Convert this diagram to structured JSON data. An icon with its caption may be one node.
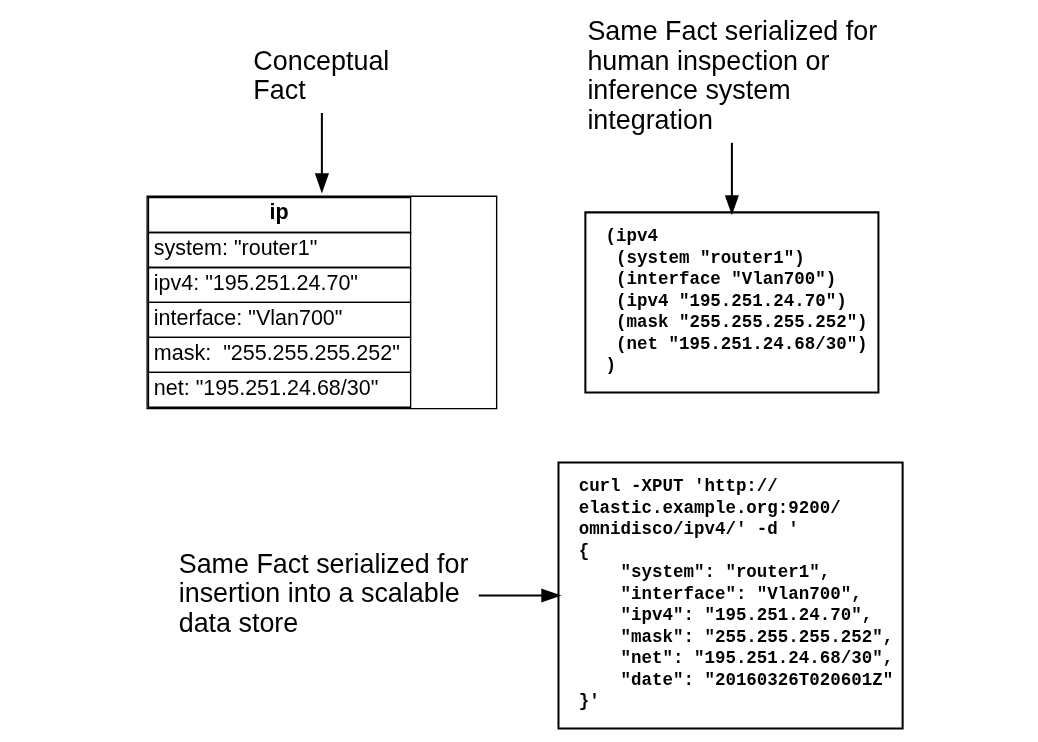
{
  "diagram": {
    "nodes": [
      {
        "text": [
          "Conceptual Fact"
        ]
      },
      {
        "text": [
          "Same Fact serialized for human inspection or inference system integration"
        ]
      },
      {
        "text": [
          "ip",
          "system: \"router1\"",
          "ipv4: \"195.251.24.70\"",
          "interface: \"Vlan700\"",
          "mask:  \"255.255.255.252\"",
          "net: \"195.251.24.68/30\""
        ]
      },
      {
        "text": [
          "(ipv4",
          " (system \"router1\")",
          " (interface \"Vlan700\")",
          " (ipv4 \"195.251.24.70\")",
          " (mask \"255.255.255.252\")",
          " (net \"195.251.24.68/30\")",
          ")"
        ]
      },
      {
        "text": [
          "Same Fact serialized for insertion into a scalable data store"
        ]
      },
      {
        "text": [
          "curl -XPUT 'http://",
          "elastic.example.org:9200/",
          "omnidisco/ipv4/' -d '",
          "{",
          "    \"system\": \"router1\",",
          "    \"interface\": \"Vlan700\",",
          "    \"ipv4\": \"195.251.24.70\",",
          "    \"mask\": \"255.255.255.252\",",
          "    \"net\": \"195.251.24.68/30\",",
          "    \"date\": \"20160326T020601Z\"",
          "}'"
        ]
      }
    ],
    "edges": [
      {
        "from": 0,
        "to": 2,
        "arrow": "to"
      },
      {
        "from": 1,
        "to": 3,
        "arrow": "to"
      },
      {
        "from": 4,
        "to": 5,
        "arrow": "to"
      }
    ]
  }
}
